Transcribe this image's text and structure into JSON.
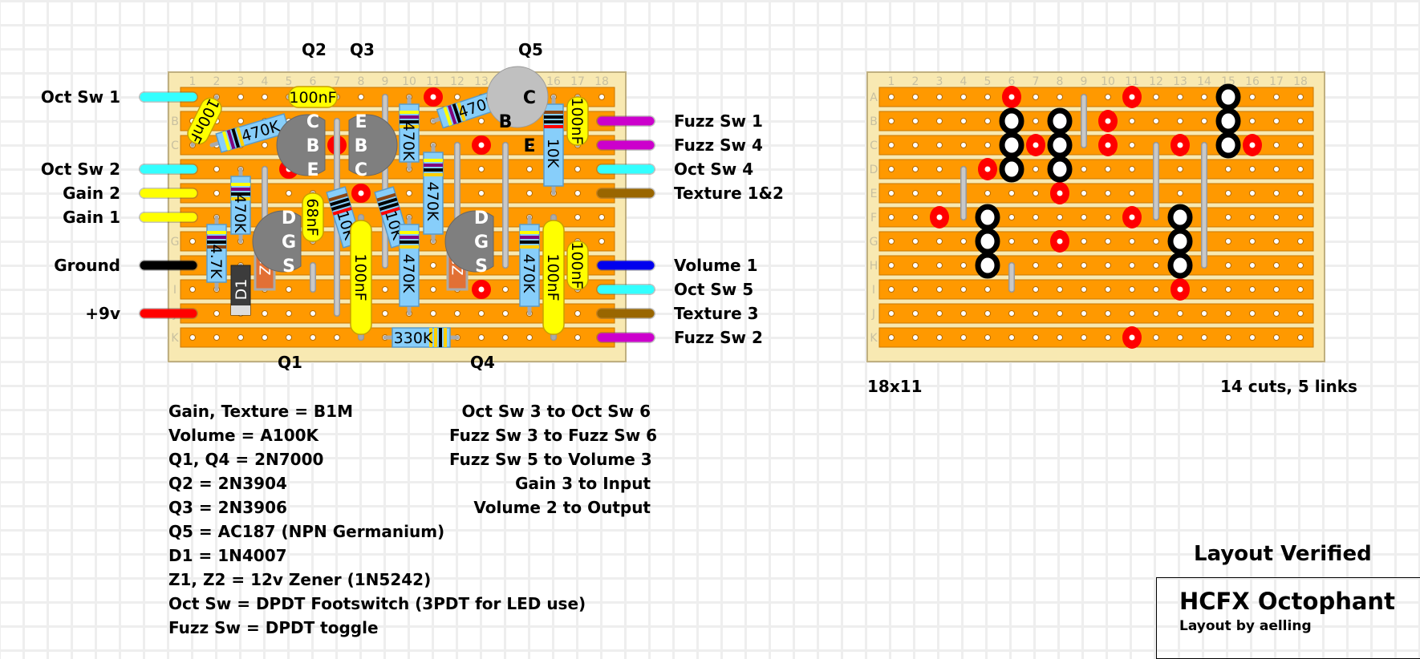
{
  "project": {
    "title": "HCFX Octophant",
    "author_line": "Layout by aelling",
    "verified_label": "Layout Verified"
  },
  "board": {
    "columns": [
      "1",
      "2",
      "3",
      "4",
      "5",
      "6",
      "7",
      "8",
      "9",
      "10",
      "11",
      "12",
      "13",
      "14",
      "15",
      "16",
      "17",
      "18"
    ],
    "rows": [
      "A",
      "B",
      "C",
      "D",
      "E",
      "F",
      "G",
      "H",
      "I",
      "J",
      "K"
    ],
    "size_label": "18x11",
    "cut_summary": "14 cuts, 5 links",
    "colors": {
      "board": "#f8e9b2",
      "strip": "#ff9900",
      "cut": "#ff0000",
      "link": "#c8c8c8",
      "resistor": "#87cefa",
      "capacitor": "#ffff00",
      "transistor_dark": "#7f7f7f",
      "transistor_light": "#c0c0c0",
      "zener": "#e27035",
      "diode": "#3c3c3c"
    }
  },
  "transistor_labels": {
    "top": [
      {
        "text": "Q2",
        "col": 6
      },
      {
        "text": "Q3",
        "col": 8
      },
      {
        "text": "Q5",
        "col": 15
      }
    ],
    "bottom": [
      {
        "text": "Q1",
        "col": 5
      },
      {
        "text": "Q4",
        "col": 13
      }
    ]
  },
  "off_board": {
    "left": [
      {
        "label": "Oct Sw 1",
        "row": "A",
        "color": "#33ffff"
      },
      {
        "label": "Oct Sw 2",
        "row": "D",
        "color": "#33ffff"
      },
      {
        "label": "Gain 2",
        "row": "E",
        "color": "#ffff00"
      },
      {
        "label": "Gain 1",
        "row": "F",
        "color": "#ffff00"
      },
      {
        "label": "Ground",
        "row": "H",
        "color": "#000000"
      },
      {
        "label": "+9v",
        "row": "J",
        "color": "#ff0000"
      }
    ],
    "right": [
      {
        "label": "Fuzz Sw 1",
        "row": "B",
        "color": "#cc00cc"
      },
      {
        "label": "Fuzz Sw 4",
        "row": "C",
        "color": "#cc00cc"
      },
      {
        "label": "Oct Sw 4",
        "row": "D",
        "color": "#33ffff"
      },
      {
        "label": "Texture 1&2",
        "row": "E",
        "color": "#996600"
      },
      {
        "label": "Volume 1",
        "row": "H",
        "color": "#0000ee"
      },
      {
        "label": "Oct Sw 5",
        "row": "I",
        "color": "#33ffff"
      },
      {
        "label": "Texture 3",
        "row": "J",
        "color": "#996600"
      },
      {
        "label": "Fuzz Sw 2",
        "row": "K",
        "color": "#cc00cc"
      }
    ]
  },
  "components": {
    "resistors": [
      {
        "value": "470K",
        "from": "C1.8",
        "to": "B5.2",
        "bands": [
          "#ffff00",
          "#800080",
          "#000000",
          "#ffd000"
        ]
      },
      {
        "value": "470K",
        "from": "D3",
        "to": "G3",
        "bands": [
          "#ffff00",
          "#800080",
          "#000000",
          "#ffd000"
        ]
      },
      {
        "value": "4.7K",
        "from": "F2",
        "to": "I2",
        "bands": [
          "#ffff00",
          "#800080",
          "#000000",
          "#8b4513"
        ]
      },
      {
        "value": "10K",
        "from": "E7",
        "to": "G7.6",
        "bands": [
          "#8b4513",
          "#000000",
          "#000000",
          "#ff0000"
        ]
      },
      {
        "value": "10K",
        "from": "E9",
        "to": "G9.6",
        "bands": [
          "#8b4513",
          "#000000",
          "#000000",
          "#ff0000"
        ]
      },
      {
        "value": "470K",
        "from": "A10",
        "to": "D10",
        "bands": [
          "#ffff00",
          "#800080",
          "#000000",
          "#ffd000"
        ]
      },
      {
        "value": "470K",
        "from": "C11",
        "to": "G11",
        "bands": [
          "#ffff00",
          "#800080",
          "#000000",
          "#ffd000"
        ]
      },
      {
        "value": "470K",
        "from": "F10",
        "to": "J10",
        "bands": [
          "#ffff00",
          "#800080",
          "#000000",
          "#ffd000"
        ]
      },
      {
        "value": "470K",
        "from": "B11",
        "to": "A14",
        "bands": [
          "#ffff00",
          "#800080",
          "#000000",
          "#ffd000"
        ]
      },
      {
        "value": "10K",
        "from": "A16",
        "to": "E16",
        "bands": [
          "#8b4513",
          "#000000",
          "#000000",
          "#ff0000"
        ]
      },
      {
        "value": "470K",
        "from": "F15",
        "to": "J15",
        "bands": [
          "#ffff00",
          "#800080",
          "#000000",
          "#ffd000"
        ]
      },
      {
        "value": "330K",
        "from": "K9",
        "to": "K12",
        "bands": [
          "#ffd000",
          "#ffd000",
          "#000000",
          "#ffd000"
        ]
      }
    ],
    "capacitors": [
      {
        "value": "100nF",
        "from": "A5",
        "to": "A7"
      },
      {
        "value": "100nF",
        "from": "A2",
        "to": "C1"
      },
      {
        "value": "68nF",
        "from": "E6",
        "to": "G6"
      },
      {
        "value": "100nF",
        "from": "F8",
        "to": "K8"
      },
      {
        "value": "100nF",
        "from": "A17",
        "to": "C17"
      },
      {
        "value": "100nF",
        "from": "F16",
        "to": "K16"
      },
      {
        "value": "100nF",
        "from": "G17",
        "to": "I17"
      }
    ],
    "transistors": [
      {
        "name": "Q2",
        "pins": [
          "C",
          "B",
          "E"
        ],
        "col": 6,
        "rows": [
          "B",
          "C",
          "D"
        ],
        "style": "dark",
        "flat": "right",
        "pin_color": "#ffffff"
      },
      {
        "name": "Q3",
        "pins": [
          "E",
          "B",
          "C"
        ],
        "col": 8,
        "rows": [
          "B",
          "C",
          "D"
        ],
        "style": "dark",
        "flat": "left",
        "pin_color": "#ffffff"
      },
      {
        "name": "Q1",
        "pins": [
          "D",
          "G",
          "S"
        ],
        "col": 5,
        "rows": [
          "F",
          "G",
          "H"
        ],
        "style": "dark",
        "flat": "right",
        "pin_color": "#ffffff"
      },
      {
        "name": "Q4",
        "pins": [
          "D",
          "G",
          "S"
        ],
        "col": 13,
        "rows": [
          "F",
          "G",
          "H"
        ],
        "style": "dark",
        "flat": "right",
        "pin_color": "#ffffff"
      },
      {
        "name": "Q5",
        "pins": [
          "C",
          "B",
          "E"
        ],
        "col": 15,
        "rows": [
          "A",
          "B",
          "C"
        ],
        "style": "light",
        "pin_color": "#000000"
      }
    ],
    "diodes": [
      {
        "name": "D1",
        "from": "H3",
        "to": "J3",
        "kind": "diode"
      },
      {
        "name": "Z1",
        "from": "G4",
        "to": "I4",
        "kind": "zener"
      },
      {
        "name": "Z2",
        "from": "G12",
        "to": "I12",
        "kind": "zener"
      }
    ],
    "jumpers": [
      {
        "from": "A9",
        "to": "C9"
      },
      {
        "from": "D4",
        "to": "F4"
      },
      {
        "from": "B7",
        "to": "J7"
      },
      {
        "from": "F8",
        "to": "K8"
      },
      {
        "from": "D9",
        "to": "H9"
      },
      {
        "from": "C12",
        "to": "F12"
      },
      {
        "from": "C14",
        "to": "H14"
      },
      {
        "from": "H6",
        "to": "I6"
      },
      {
        "from": "F16",
        "to": "K16"
      }
    ]
  },
  "cuts": [
    "A11",
    "C7",
    "D5",
    "E8",
    "G8",
    "C13",
    "I13"
  ],
  "cut_view": {
    "cuts": [
      "A6",
      "A11",
      "B10",
      "C7",
      "C10",
      "C13",
      "C16",
      "D5",
      "E8",
      "F3",
      "F11",
      "G8",
      "I13",
      "K11"
    ],
    "links": [
      {
        "from": "A9",
        "to": "C9"
      },
      {
        "from": "D4",
        "to": "F4"
      },
      {
        "from": "C12",
        "to": "F12"
      },
      {
        "from": "C14",
        "to": "H14"
      },
      {
        "from": "H6",
        "to": "I6"
      }
    ],
    "pins": [
      "A15",
      "B6",
      "B8",
      "B15",
      "C6",
      "C8",
      "C15",
      "D6",
      "D8",
      "F5",
      "F13",
      "G5",
      "G13",
      "H5",
      "H13"
    ]
  },
  "notes": {
    "parts": [
      "Gain, Texture = B1M",
      "Volume = A100K",
      "Q1, Q4 = 2N7000",
      "Q2 = 2N3904",
      "Q3 = 2N3906",
      "Q5 = AC187 (NPN Germanium)",
      "D1 = 1N4007",
      "Z1, Z2 = 12v Zener (1N5242)",
      "Oct Sw = DPDT Footswitch (3PDT for LED use)",
      "Fuzz Sw = DPDT toggle"
    ],
    "connections": [
      "Oct Sw 3 to Oct Sw 6",
      "Fuzz Sw 3 to Fuzz Sw 6",
      "Fuzz Sw 5 to Volume 3",
      "Gain 3 to Input",
      "Volume 2 to Output"
    ]
  }
}
